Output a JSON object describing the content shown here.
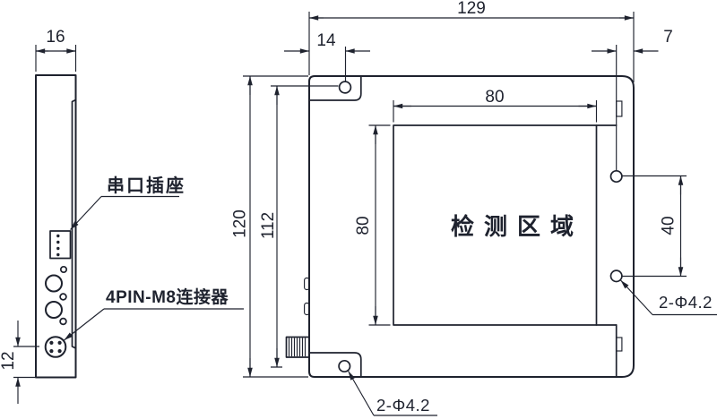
{
  "side_view": {
    "width_dim": "16",
    "connector_offset_dim": "12",
    "serial_port_label": "串口插座",
    "m8_connector_label": "4PIN-M8连接器"
  },
  "front_view": {
    "overall_width_dim": "129",
    "left_hole_offset_dim": "14",
    "right_hole_offset_dim": "7",
    "overall_height_dim": "120",
    "left_holes_span_dim": "112",
    "detection_width_dim": "80",
    "detection_height_dim": "80",
    "right_holes_span_dim": "40",
    "detection_area_label": "检测区域",
    "left_holes_callout": "2-Φ4.2",
    "right_holes_callout": "2-Φ4.2"
  }
}
